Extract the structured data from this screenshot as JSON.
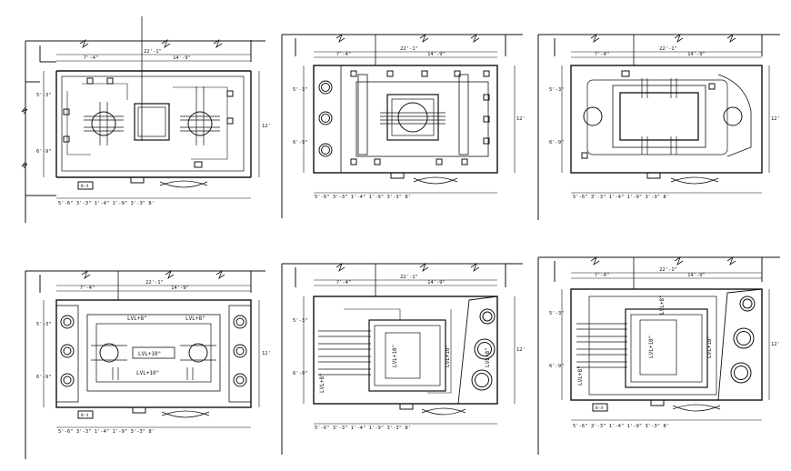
{
  "colors": {
    "ink": "#111111",
    "paper": "#ffffff"
  },
  "plans": [
    {
      "id": "plan-1",
      "dims": {
        "overall": "22'-1\"",
        "left": "7'-4\"",
        "right": "14'-9\"",
        "side_top": "5'-3\"",
        "side_mid": "6'-9\"",
        "side_right": "12'",
        "bottom_chain": "5'-6\" 3'-3\" 1'-4\" 1'-9\" 3'-3\" 8'"
      },
      "tag": "B-4"
    },
    {
      "id": "plan-2",
      "dims": {
        "overall": "22'-1\"",
        "left": "7'-4\"",
        "right": "14'-9\"",
        "side_top": "5'-3\"",
        "side_mid": "6'-9\"",
        "side_right": "12'",
        "bottom_chain": "5'-6\" 3'-3\" 1'-4\" 1'-9\" 3'-3\" 8'"
      },
      "tag": ""
    },
    {
      "id": "plan-3",
      "dims": {
        "overall": "22'-1\"",
        "left": "7'-4\"",
        "right": "14'-9\"",
        "side_top": "5'-3\"",
        "side_mid": "6'-9\"",
        "side_right": "12'",
        "bottom_chain": "5'-6\" 3'-3\" 1'-4\" 1'-9\" 3'-3\" 8'"
      },
      "tag": ""
    },
    {
      "id": "plan-4",
      "dims": {
        "overall": "22'-1\"",
        "left": "7'-4\"",
        "right": "14'-9\"",
        "side_top": "5'-3\"",
        "side_mid": "6'-9\"",
        "side_right": "12'",
        "bottom_chain": "5'-6\" 3'-3\" 1'-4\" 1'-9\" 3'-3\" 8'"
      },
      "tag": "B-4",
      "levels": [
        "LVL+8\"",
        "LVL+8\"",
        "LVL+10\"",
        "LVL+10\""
      ]
    },
    {
      "id": "plan-5",
      "dims": {
        "overall": "22'-1\"",
        "left": "7'-4\"",
        "right": "14'-9\"",
        "side_top": "5'-3\"",
        "side_mid": "6'-9\"",
        "side_right": "12'",
        "bottom_chain": "5'-6\" 3'-3\" 1'-4\" 1'-9\" 3'-3\" 8'"
      },
      "tag": "",
      "levels": [
        "LVL+10\"",
        "LVL+10\"",
        "LVL+8\"",
        "LVL+8\""
      ]
    },
    {
      "id": "plan-6",
      "dims": {
        "overall": "22'-1\"",
        "left": "7'-4\"",
        "right": "14'-9\"",
        "side_top": "5'-3\"",
        "side_mid": "6'-9\"",
        "side_right": "12'",
        "bottom_chain": "5'-6\" 3'-3\" 1'-4\" 1'-9\" 3'-3\" 8'"
      },
      "tag": "B-4",
      "levels": [
        "LVL+10\"",
        "LVL+10\"",
        "LVL+8\"",
        "LVL+8\""
      ]
    }
  ]
}
